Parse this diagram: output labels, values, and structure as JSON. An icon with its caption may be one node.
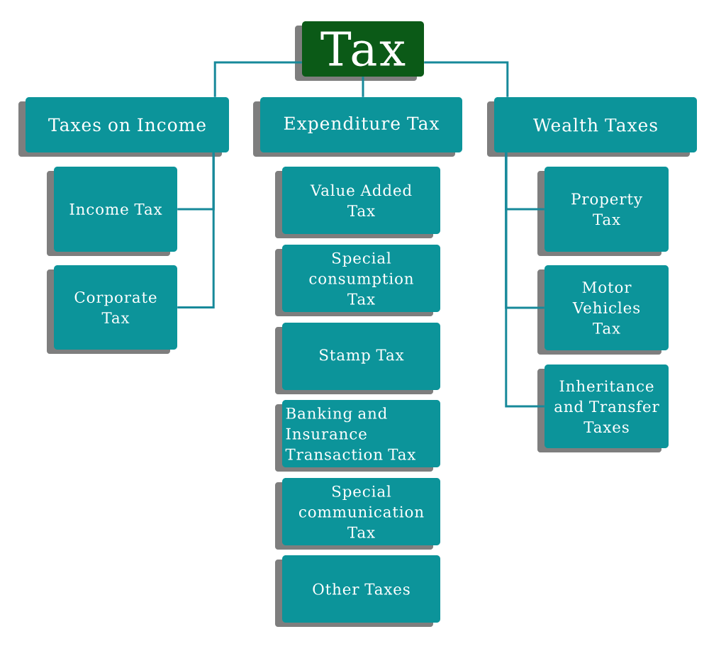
{
  "diagram": {
    "nodes": [
      {
        "text": [
          "Tax"
        ]
      },
      {
        "text": [
          "Taxes on Income"
        ]
      },
      {
        "text": [
          "Expenditure Tax"
        ]
      },
      {
        "text": [
          "Wealth Taxes"
        ]
      },
      {
        "text": [
          "Income Tax"
        ]
      },
      {
        "text": [
          "Corporate Tax"
        ]
      },
      {
        "text": [
          "Value Added Tax"
        ]
      },
      {
        "text": [
          "Special consumption Tax"
        ]
      },
      {
        "text": [
          "Stamp Tax"
        ]
      },
      {
        "text": [
          "Banking and Insurance Transaction Tax"
        ]
      },
      {
        "text": [
          "Special communication Tax"
        ]
      },
      {
        "text": [
          "Other Taxes"
        ]
      },
      {
        "text": [
          "Property Tax"
        ]
      },
      {
        "text": [
          "Motor Vehicles Tax"
        ]
      },
      {
        "text": [
          "Inheritance and Transfer Taxes"
        ]
      }
    ],
    "edges": [
      {
        "from": 0,
        "to": 1,
        "arrow": "none"
      },
      {
        "from": 0,
        "to": 2,
        "arrow": "none"
      },
      {
        "from": 0,
        "to": 3,
        "arrow": "none"
      },
      {
        "from": 1,
        "to": 4,
        "arrow": "none"
      },
      {
        "from": 1,
        "to": 5,
        "arrow": "none"
      },
      {
        "from": 3,
        "to": 12,
        "arrow": "none"
      },
      {
        "from": 3,
        "to": 13,
        "arrow": "none"
      },
      {
        "from": 3,
        "to": 14,
        "arrow": "none"
      }
    ]
  }
}
